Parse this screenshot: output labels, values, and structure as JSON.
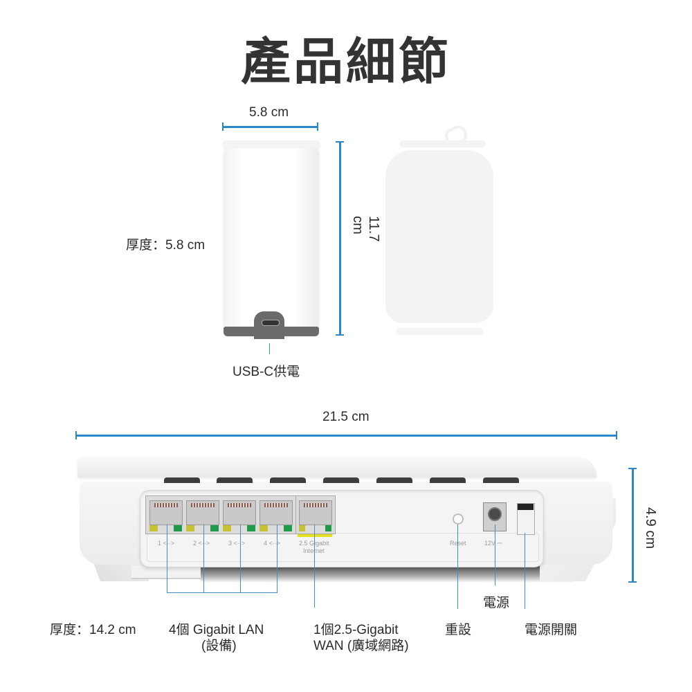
{
  "title": "產品細節",
  "colors": {
    "dimension_line": "#2a88c8",
    "text": "#2b2b2b",
    "wan_highlight": "#e6e11f"
  },
  "mesh_node": {
    "width_label": "5.8 cm",
    "height_label": "11.7 cm",
    "depth_label": "厚度：5.8 cm",
    "port_callout": "USB-C供電"
  },
  "size_reference": {
    "object": "soda-can-icon"
  },
  "router": {
    "width_label": "21.5 cm",
    "height_label": "4.9 cm",
    "depth_label": "厚度：14.2 cm",
    "port_labels": [
      "1 <··>",
      "2 <··>",
      "3 <··>",
      "4 <··>"
    ],
    "wan_port_label_line1": "2.5 Gigabit",
    "wan_port_label_line2": "Internet",
    "reset_port_label": "Reset",
    "power_port_label": "12V ⎓",
    "callouts": {
      "lan": {
        "line1": "4個 Gigabit LAN",
        "line2": "(設備)"
      },
      "wan": {
        "line1": "1個2.5-Gigabit",
        "line2": "WAN (廣域網路)"
      },
      "reset": "重設",
      "power": "電源",
      "power_switch": "電源開關"
    }
  }
}
